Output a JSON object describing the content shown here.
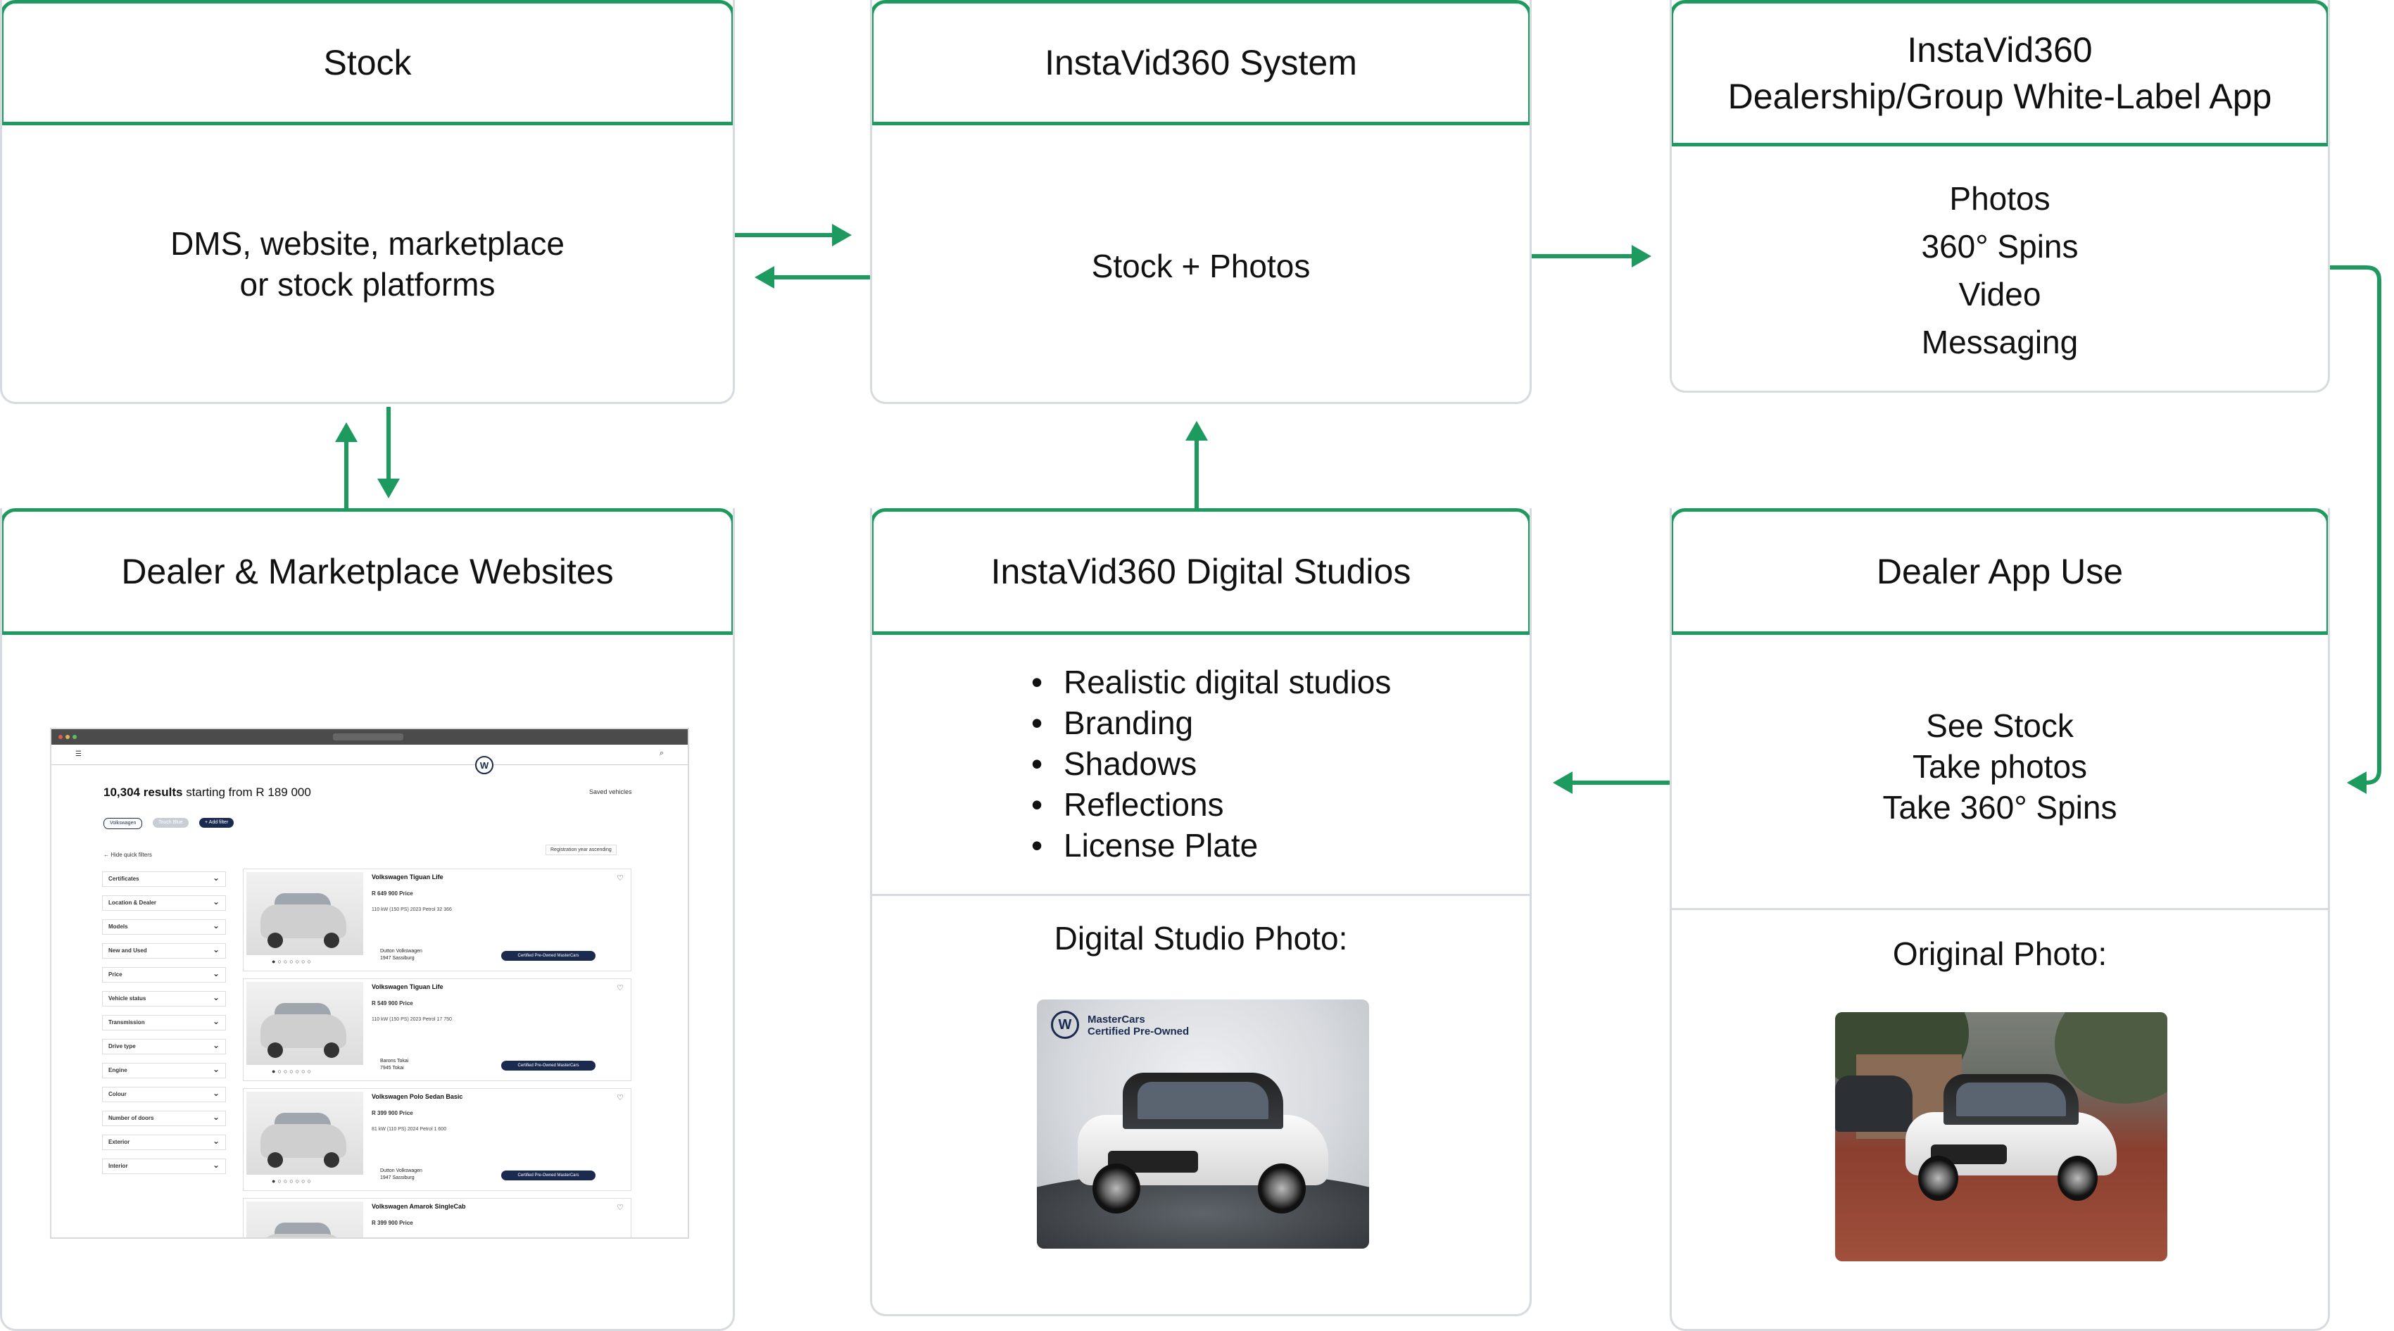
{
  "colors": {
    "accent": "#1d9a5e",
    "border": "#d7dbe0",
    "text": "#111111",
    "brand": "#1b2a4f"
  },
  "boxes": {
    "stock": {
      "title": "Stock",
      "body": [
        "DMS, website, marketplace",
        "or stock platforms"
      ]
    },
    "system": {
      "title": "InstaVid360 System",
      "body": "Stock + Photos"
    },
    "app": {
      "title": [
        "InstaVid360",
        "Dealership/Group White-Label App"
      ],
      "body": [
        "Photos",
        "360° Spins",
        "Video",
        "Messaging"
      ]
    },
    "websites": {
      "title": "Dealer & Marketplace Websites"
    },
    "studios": {
      "title": "InstaVid360 Digital Studios",
      "bullets": [
        "Realistic digital studios",
        "Branding",
        "Shadows",
        "Reflections",
        "License Plate"
      ],
      "photo_title": "Digital Studio Photo:"
    },
    "dealer_app": {
      "title": "Dealer App Use",
      "body": [
        "See Stock",
        "Take photos",
        "Take 360° Spins"
      ],
      "photo_title": "Original Photo:"
    }
  },
  "studio_photo": {
    "brand_line1": "MasterCars",
    "brand_line2": "Certified Pre-Owned"
  },
  "website_mock": {
    "results_count": "10,304 results",
    "results_suffix": " starting from R 189 000",
    "saved": "Saved vehicles",
    "chips": [
      "Volkswagen",
      "Touch Blue",
      "+ Add filter"
    ],
    "hide_filters": "← Hide quick filters",
    "sort_label": "Registration year ascending",
    "filters": [
      "Certificates",
      "Location & Dealer",
      "Models",
      "New and Used",
      "Price",
      "Vehicle status",
      "Transmission",
      "Drive type",
      "Engine",
      "Colour",
      "Number of doors",
      "Exterior",
      "Interior"
    ],
    "cards": [
      {
        "title": "Volkswagen Tiguan Life",
        "price": "R 649 900 Price",
        "specs": "110 kW (150 PS)   2023   Petrol   32 366",
        "dealer": "Dutton Volkswagen",
        "location": "1947 Sassiburg",
        "badge": "Certified Pre-Owned MasterCars"
      },
      {
        "title": "Volkswagen Tiguan Life",
        "price": "R 549 900 Price",
        "specs": "110 kW (150 PS)   2023   Petrol   17 750",
        "dealer": "Barons Tokai",
        "location": "7945 Tokai",
        "badge": "Certified Pre-Owned MasterCars"
      },
      {
        "title": "Volkswagen Polo Sedan Basic",
        "price": "R 399 900 Price",
        "specs": "81 kW (110 PS)   2024   Petrol   1 600",
        "dealer": "Dutton Volkswagen",
        "location": "1947 Sassiburg",
        "badge": "Certified Pre-Owned MasterCars"
      },
      {
        "title": "Volkswagen Amarok SingleCab",
        "price": "R 399 900 Price"
      }
    ]
  }
}
